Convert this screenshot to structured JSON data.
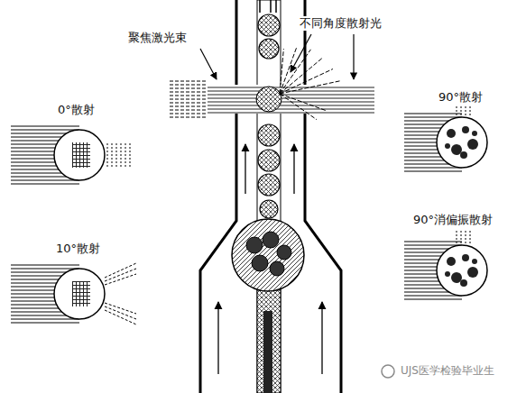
{
  "diagram": {
    "labels": [
      "聚焦激光束",
      "不同角度散射光",
      "0°散射",
      "10°散射",
      "90°散射",
      "90°消偏振散射",
      "UJS医学检验毕业生"
    ]
  }
}
